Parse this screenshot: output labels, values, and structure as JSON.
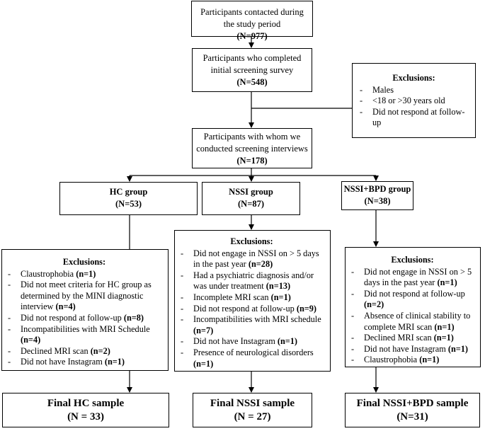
{
  "contacted": {
    "text": "Participants contacted during the study period",
    "n": "(N=977)"
  },
  "screening_survey": {
    "text": "Participants who completed initial screening survey",
    "n": "(N=548)"
  },
  "exclusions_top": {
    "title": "Exclusions:",
    "items": [
      "Males",
      "<18 or >30 years old",
      "Did not respond at follow-up"
    ]
  },
  "interviews": {
    "text": "Participants with whom we conducted screening interviews",
    "n": "(N=178)"
  },
  "groups": {
    "hc": {
      "name": "HC group",
      "n": "(N=53)"
    },
    "nssi": {
      "name": "NSSI group",
      "n": "(N=87)"
    },
    "bpd": {
      "name": "NSSI+BPD group",
      "n": "(N=38)"
    }
  },
  "exclusions_hc": {
    "title": "Exclusions:",
    "items": [
      {
        "text": "Claustrophobia",
        "n": "(n=1)"
      },
      {
        "text": "Did not meet criteria for HC group as determined by the MINI diagnostic interview",
        "n": "(n=4)"
      },
      {
        "text": "Did not respond at follow-up",
        "n": "(n=8)"
      },
      {
        "text": "Incompatibilities with MRI Schedule",
        "n": "(n=4)"
      },
      {
        "text": "Declined MRI scan",
        "n": "(n=2)"
      },
      {
        "text": "Did not have Instagram",
        "n": "(n=1)"
      }
    ]
  },
  "exclusions_nssi": {
    "title": "Exclusions:",
    "items": [
      {
        "text": "Did not engage in NSSI on > 5 days in the past year",
        "n": "(n=28)"
      },
      {
        "text": "Had a psychiatric diagnosis and/or was under treatment",
        "n": "(n=13)"
      },
      {
        "text": "Incomplete MRI scan",
        "n": "(n=1)"
      },
      {
        "text": "Did not respond at follow-up",
        "n": "(n=9)"
      },
      {
        "text": "Incompatibilities with MRI schedule",
        "n": "(n=7)"
      },
      {
        "text": "Did not have Instagram",
        "n": "(n=1)"
      },
      {
        "text": "Presence of neurological disorders",
        "n": "(n=1)"
      }
    ]
  },
  "exclusions_bpd": {
    "title": "Exclusions:",
    "items": [
      {
        "text": "Did not engage in NSSI on > 5 days in the past year",
        "n": "(n=1)"
      },
      {
        "text": "Did not respond at follow-up",
        "n": "(n=2)"
      },
      {
        "text": "Absence of clinical stability to complete MRI scan",
        "n": "(n=1)"
      },
      {
        "text": "Declined MRI scan",
        "n": "(n=1)"
      },
      {
        "text": "Did not have Instagram",
        "n": "(n=1)"
      },
      {
        "text": "Claustrophobia",
        "n": "(n=1)"
      }
    ]
  },
  "finals": {
    "hc": {
      "label": "Final HC sample",
      "n": "(N = 33)"
    },
    "nssi": {
      "label": "Final NSSI sample",
      "n": "(N = 27)"
    },
    "bpd": {
      "label": "Final NSSI+BPD sample",
      "n": "(N=31)"
    }
  }
}
